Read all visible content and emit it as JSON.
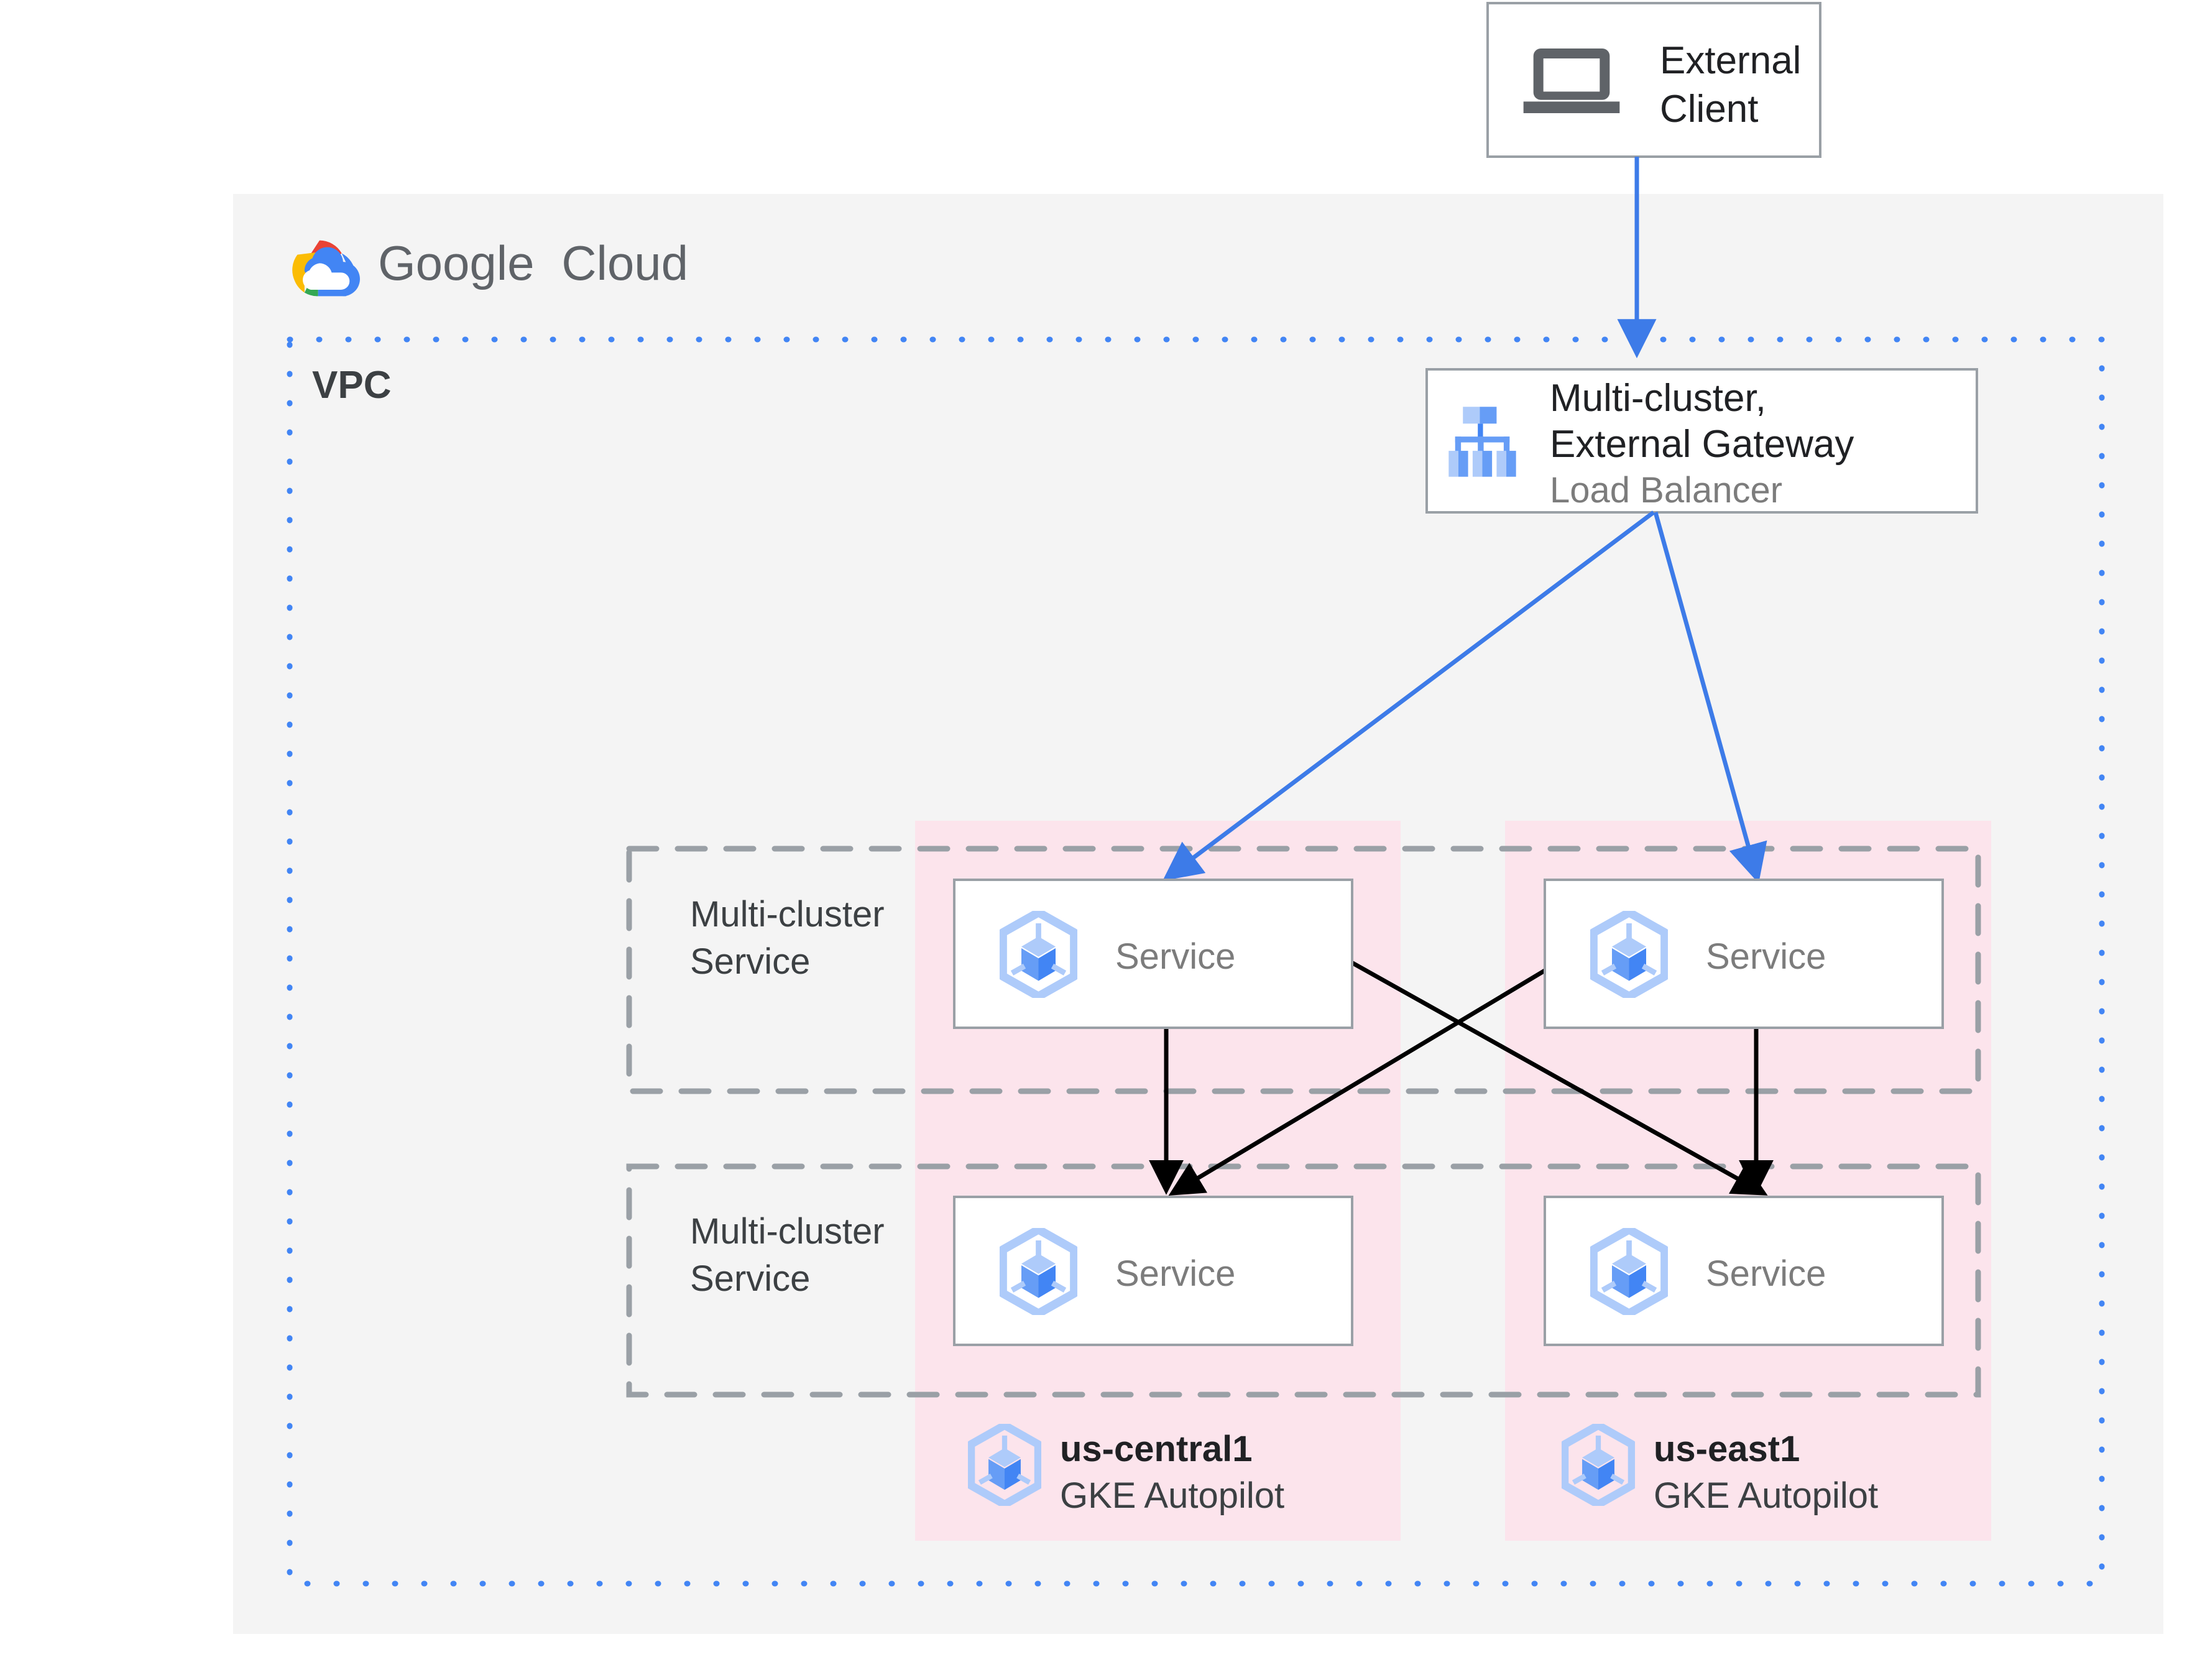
{
  "diagram": {
    "title_logo": "Google Cloud",
    "colors": {
      "canvas": "#ffffff",
      "cloud_panel": "#f4f4f4",
      "vpc_border": "#4285f4",
      "cluster_fill": "#fce4ec",
      "dashed_border": "#9aa0a6",
      "box_border": "#9aa0a6",
      "box_fill": "#ffffff",
      "blue_arrow": "#3d7be8",
      "black_arrow": "#000000",
      "text_dark": "#3c4043",
      "text_body": "#202124",
      "text_muted": "#7c7c7c",
      "gke_icon_light": "#aecbfa",
      "gke_icon_mid": "#669df6",
      "gke_icon_dark": "#4285f4",
      "laptop_icon": "#5f6368",
      "google_red": "#ea4335",
      "google_yellow": "#fbbc04",
      "google_green": "#34a853",
      "google_blue": "#4285f4"
    },
    "external_client": {
      "label_line1": "External",
      "label_line2": "Client",
      "icon": "laptop-icon"
    },
    "google_cloud": {
      "wordmark_bold": "Google",
      "wordmark_light": "Cloud",
      "icon": "google-cloud-logo-icon"
    },
    "vpc": {
      "label": "VPC"
    },
    "load_balancer": {
      "title_line1": "Multi-cluster,",
      "title_line2": "External Gateway",
      "subtitle": "Load Balancer",
      "icon": "load-balancer-icon"
    },
    "mcs_rows": [
      {
        "label_line1": "Multi-cluster",
        "label_line2": "Service"
      },
      {
        "label_line1": "Multi-cluster",
        "label_line2": "Service"
      }
    ],
    "services": [
      {
        "label": "Service",
        "icon": "gke-service-icon",
        "row": 0,
        "col": 0
      },
      {
        "label": "Service",
        "icon": "gke-service-icon",
        "row": 0,
        "col": 1
      },
      {
        "label": "Service",
        "icon": "gke-service-icon",
        "row": 1,
        "col": 0
      },
      {
        "label": "Service",
        "icon": "gke-service-icon",
        "row": 1,
        "col": 1
      }
    ],
    "clusters": [
      {
        "name": "us-central1",
        "type": "GKE Autopilot",
        "icon": "gke-cluster-icon"
      },
      {
        "name": "us-east1",
        "type": "GKE Autopilot",
        "icon": "gke-cluster-icon"
      }
    ]
  }
}
